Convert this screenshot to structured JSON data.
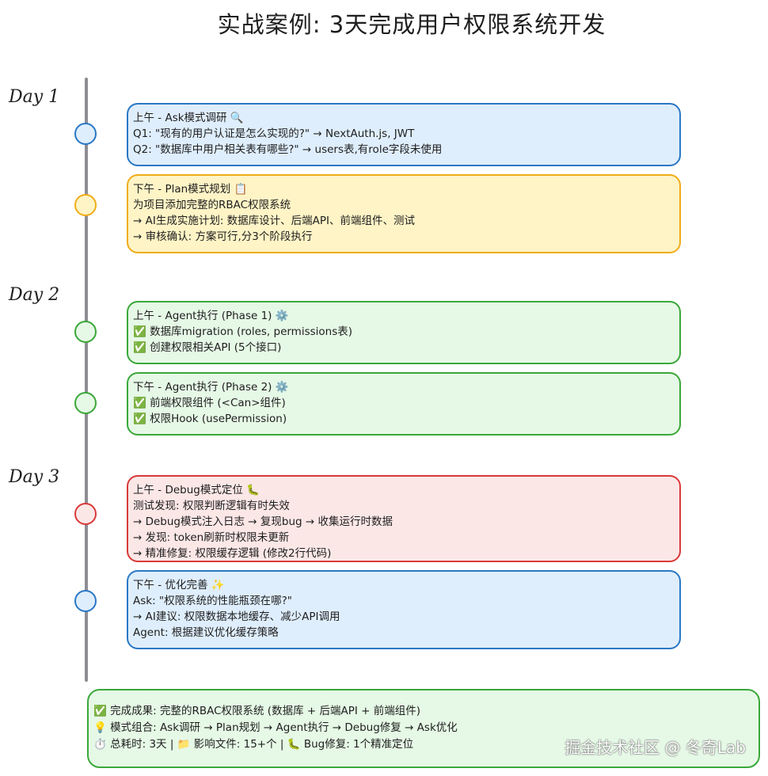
{
  "title": "实战案例: 3天完成用户权限系统开发",
  "days": [
    "Day 1",
    "Day 2",
    "Day 3"
  ],
  "cards": [
    {
      "color": "#2a78c5",
      "lines": [
        "上午 - Ask模式调研 🔍",
        "Q1: \"现有的用户认证是怎么实现的?\" → NextAuth.js, JWT",
        "Q2: \"数据库中用户相关表有哪些?\" → users表,有role字段未使用"
      ]
    },
    {
      "color": "#f0ac1a",
      "lines": [
        "下午 - Plan模式规划 📋",
        "为项目添加完整的RBAC权限系统",
        "→ AI生成实施计划: 数据库设计、后端API、前端组件、测试",
        "→ 审核确认: 方案可行,分3个阶段执行"
      ]
    },
    {
      "color": "#3aa83a",
      "lines": [
        "上午 - Agent执行 (Phase 1) ⚙️",
        "✅ 数据库migration (roles, permissions表)",
        "✅ 创建权限相关API (5个接口)"
      ]
    },
    {
      "color": "#3aa83a",
      "lines": [
        "下午 - Agent执行 (Phase 2) ⚙️",
        "✅ 前端权限组件 (<Can>组件)",
        "✅ 权限Hook (usePermission)"
      ]
    },
    {
      "color": "#d83a3a",
      "lines": [
        "上午 - Debug模式定位 🐛",
        "测试发现: 权限判断逻辑有时失效",
        "→ Debug模式注入日志 → 复现bug → 收集运行时数据",
        "→ 发现: token刷新时权限未更新",
        "→ 精准修复: 权限缓存逻辑 (修改2行代码)"
      ]
    },
    {
      "color": "#2a78c5",
      "lines": [
        "下午 - 优化完善 ✨",
        "Ask: \"权限系统的性能瓶颈在哪?\"",
        "→ AI建议: 权限数据本地缓存、减少API调用",
        "Agent: 根据建议优化缓存策略"
      ]
    }
  ],
  "summary": {
    "lines": [
      "✅ 完成成果: 完整的RBAC权限系统 (数据库 + 后端API + 前端组件)",
      "💡 模式组合: Ask调研 → Plan规划 → Agent执行 → Debug修复 → Ask优化",
      "⏱️ 总耗时: 3天  |  📁 影响文件: 15+个  |  🐛 Bug修复: 1个精准定位"
    ]
  },
  "watermark": "掘金技术社区 @ 冬奇Lab"
}
